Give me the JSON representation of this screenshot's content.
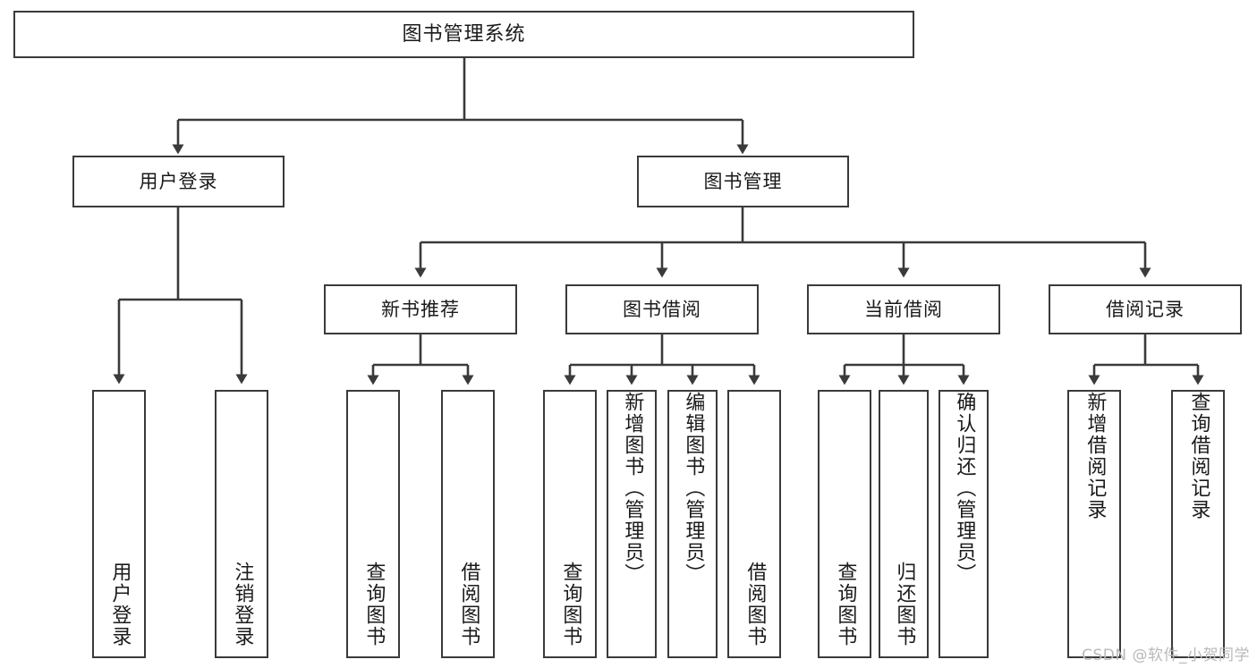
{
  "diagram": {
    "title": "图书管理系统",
    "type": "hierarchy-tree",
    "watermark": "CSDN @软件_小贺同学",
    "colors": {
      "background": "#ffffff",
      "box_border": "#3a3a3a",
      "box_fill": "#ffffff",
      "text": "#1a1a1a",
      "connector": "#3a3a3a",
      "watermark": "#b9b9b9"
    },
    "root": {
      "label": "图书管理系统"
    },
    "level1": [
      {
        "label": "用户登录"
      },
      {
        "label": "图书管理"
      }
    ],
    "level2": [
      {
        "label": "新书推荐"
      },
      {
        "label": "图书借阅"
      },
      {
        "label": "当前借阅"
      },
      {
        "label": "借阅记录"
      }
    ],
    "leaves": {
      "user_login": [
        {
          "label": "用户登录"
        },
        {
          "label": "注销登录"
        }
      ],
      "new_book_recommend": [
        {
          "label": "查询图书"
        },
        {
          "label": "借阅图书"
        }
      ],
      "book_borrow": [
        {
          "label": "查询图书"
        },
        {
          "label": "新增图书（管理员）"
        },
        {
          "label": "编辑图书（管理员）"
        },
        {
          "label": "借阅图书"
        }
      ],
      "current_borrow": [
        {
          "label": "查询图书"
        },
        {
          "label": "归还图书"
        },
        {
          "label": "确认归还（管理员）"
        }
      ],
      "borrow_record": [
        {
          "label": "新增借阅记录"
        },
        {
          "label": "查询借阅记录"
        }
      ]
    }
  }
}
